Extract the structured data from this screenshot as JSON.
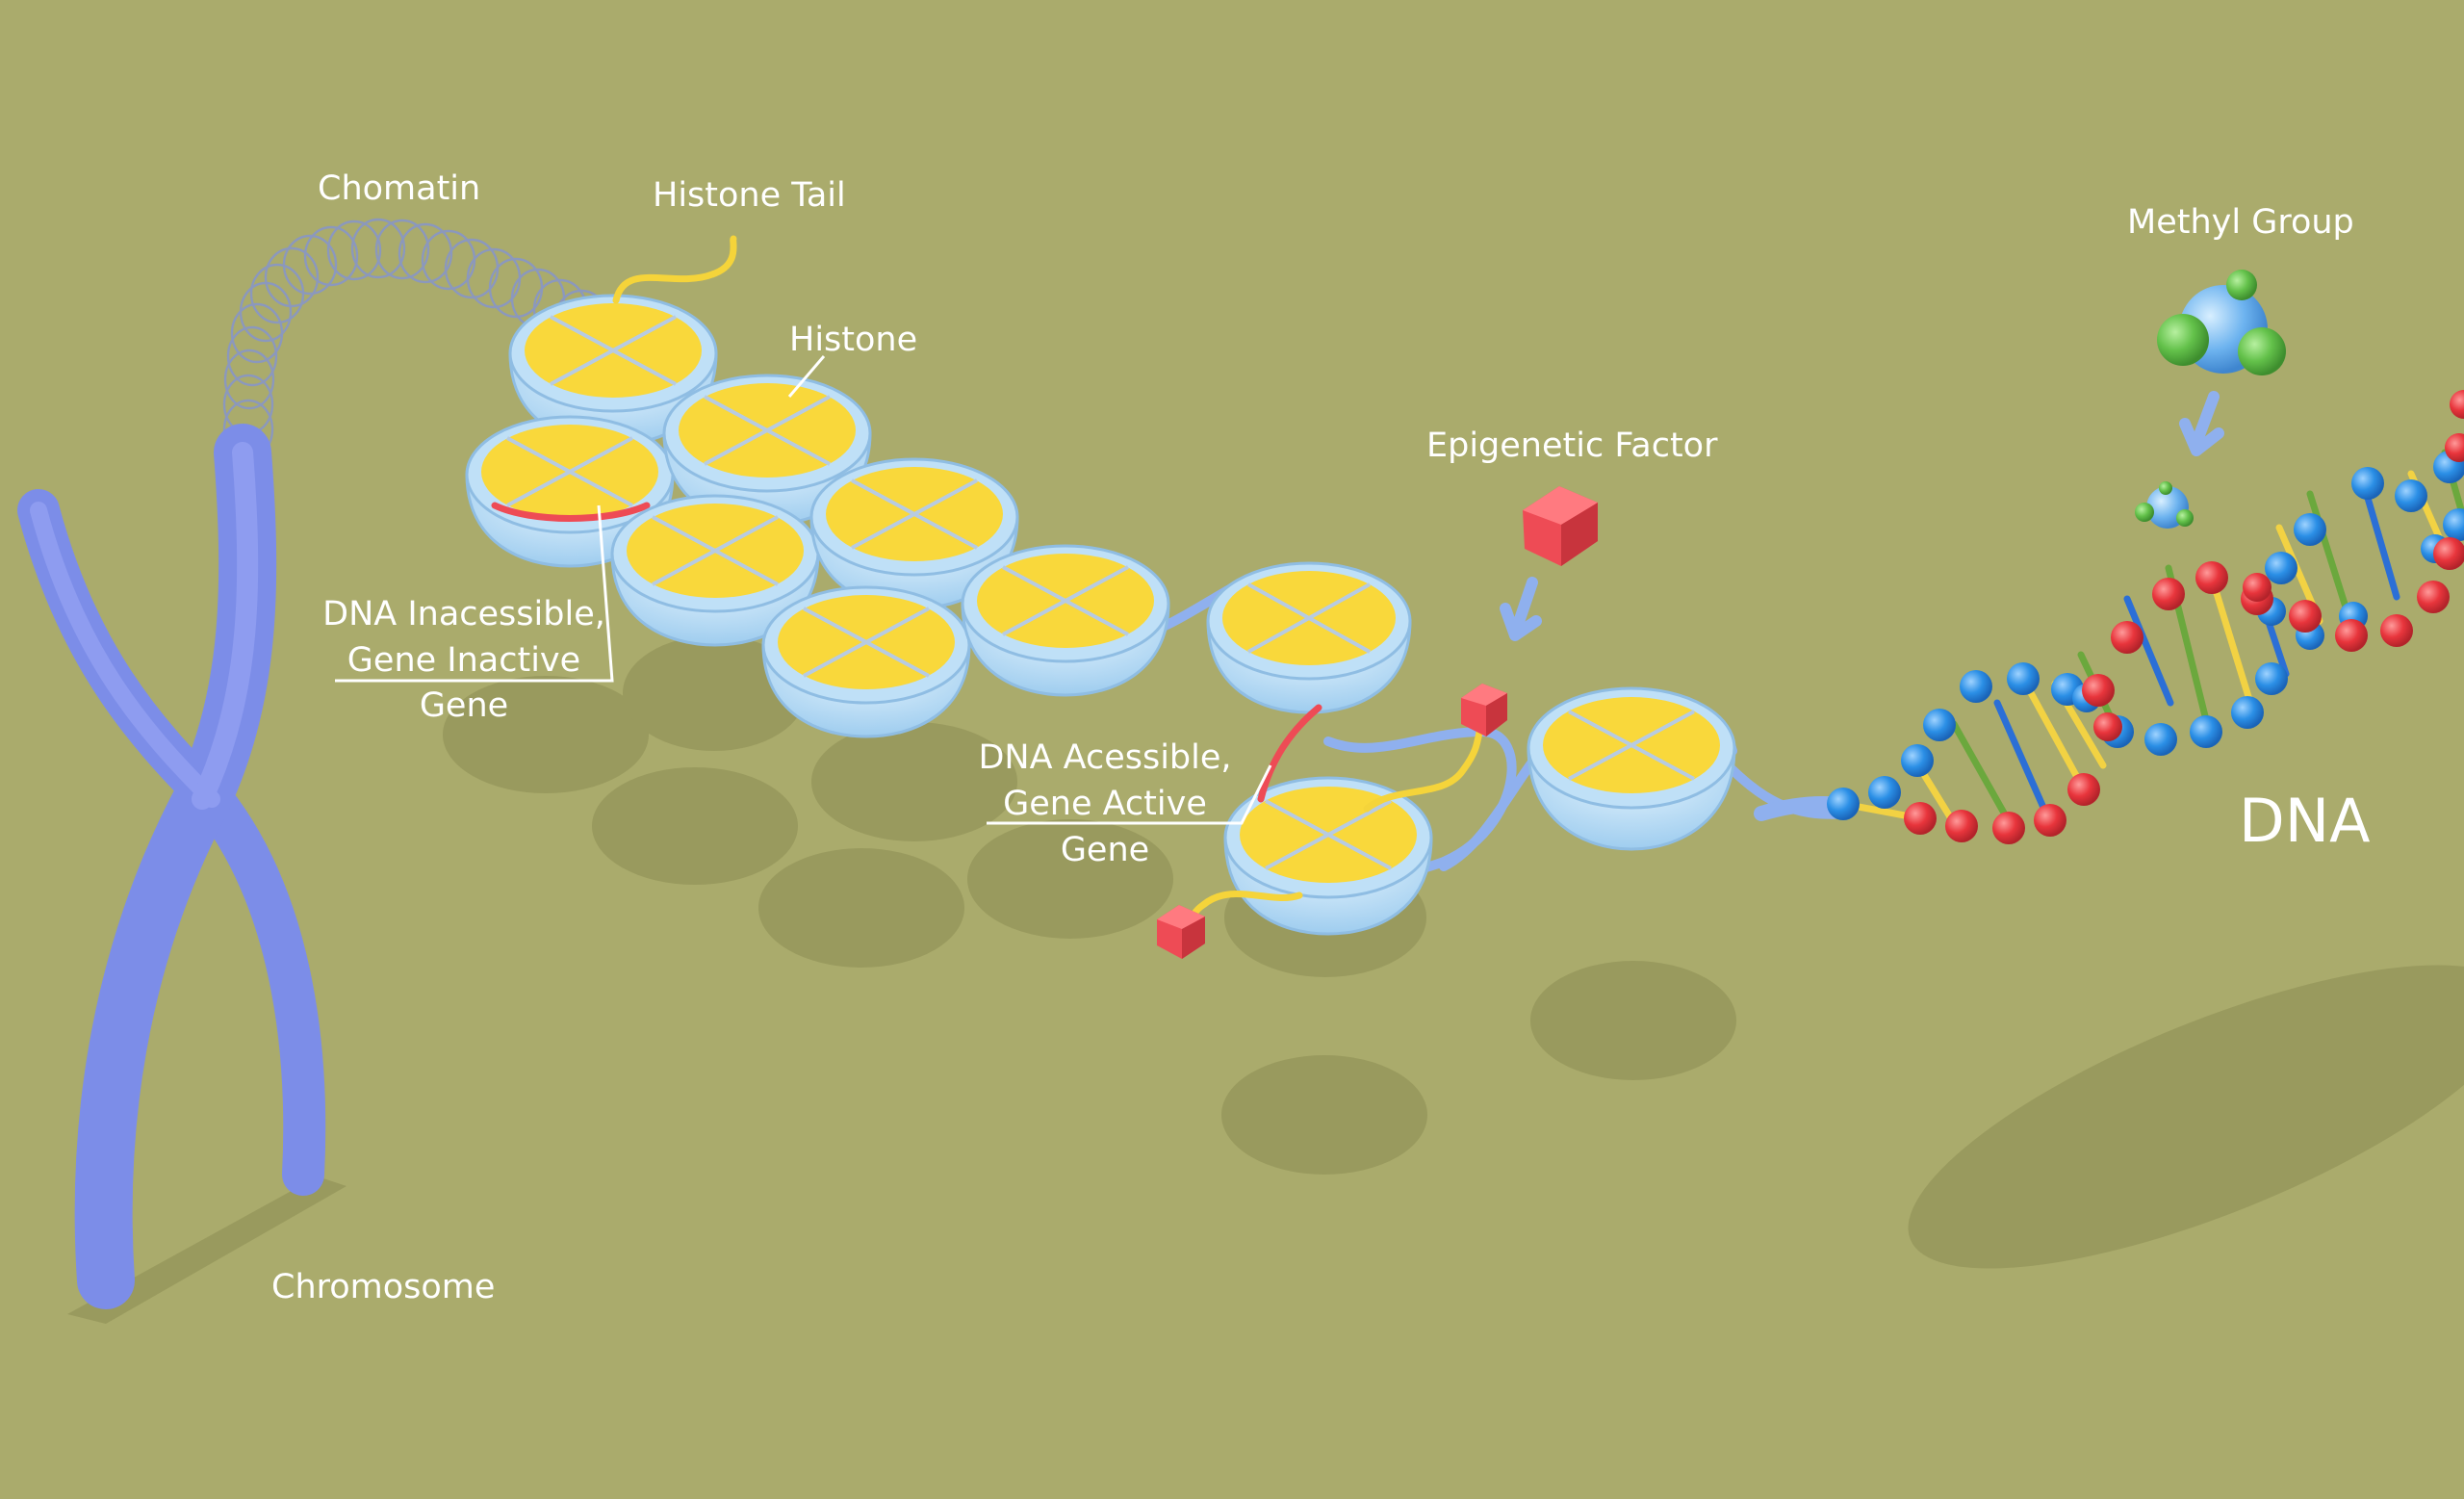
{
  "labels": {
    "chromatin": "Chomatin",
    "histone_tail": "Histone Tail",
    "histone": "Histone",
    "inaccessible_1": "DNA Inacessible,",
    "inaccessible_2": "Gene Inactive",
    "inaccessible_3": "Gene",
    "epigenetic_factor": "Epigenetic Factor",
    "accessible_1": "DNA Acessible,",
    "accessible_2": "Gene Active",
    "accessible_3": "Gene",
    "methyl_group": "Methyl Group",
    "dna": "DNA",
    "chromosome": "Chromosome"
  },
  "colors": {
    "background": "#aaab6c",
    "shadow": "#999a5e",
    "chromosome": "#7c8de8",
    "histone_top": "#f9d83b",
    "histone_bowl": "#bfe0f7",
    "dna_strand": "#8fb0ee",
    "histone_tail": "#f5d43a",
    "marker_red": "#ee4b55",
    "helix_blue": "#2b8fe6",
    "helix_red": "#e8353c",
    "methyl_green": "#63c14a",
    "label_text": "#ffffff"
  },
  "icons": [
    "chromosome-icon",
    "histone-icon",
    "histone-tail-icon",
    "epigenetic-factor-icon",
    "methyl-group-icon",
    "dna-helix-icon"
  ]
}
